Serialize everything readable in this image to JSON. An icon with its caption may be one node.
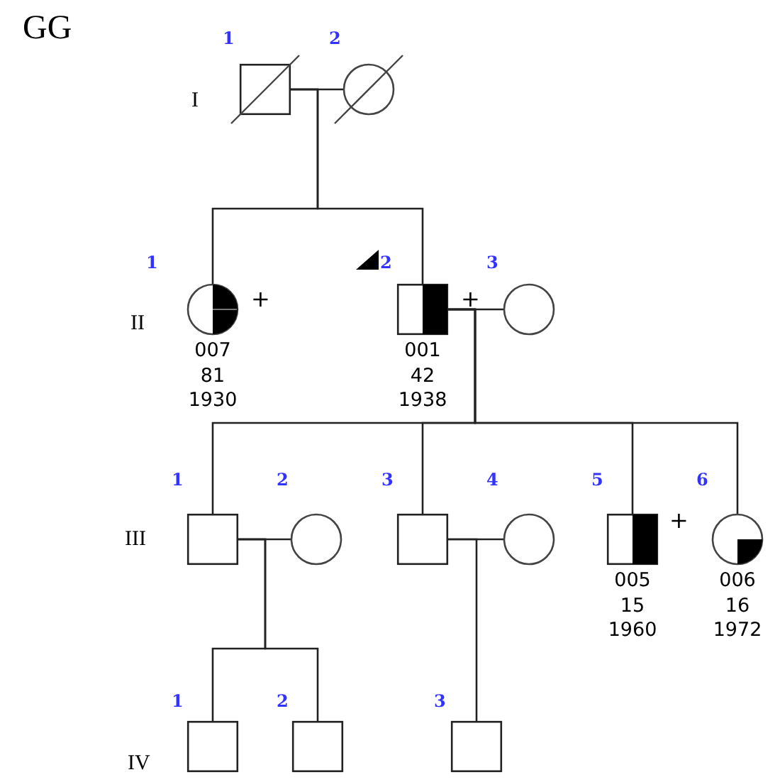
{
  "diagram": {
    "title": "GG",
    "nodes": [
      {
        "text": [],
        "shape": "box",
        "beside": [
          "1"
        ]
      },
      {
        "text": [],
        "shape": "circle",
        "beside": [
          "2"
        ]
      },
      {
        "text": [],
        "shape": "circle",
        "beside": [
          "1",
          "007",
          "81",
          "1930"
        ]
      },
      {
        "text": [],
        "shape": "box",
        "beside": [
          "2",
          "001",
          "42",
          "1938"
        ]
      },
      {
        "text": [],
        "shape": "circle",
        "beside": [
          "3"
        ]
      },
      {
        "text": [],
        "shape": "box",
        "beside": [
          "1"
        ]
      },
      {
        "text": [],
        "shape": "circle",
        "beside": [
          "2"
        ]
      },
      {
        "text": [],
        "shape": "box",
        "beside": [
          "3"
        ]
      },
      {
        "text": [],
        "shape": "circle",
        "beside": [
          "4"
        ]
      },
      {
        "text": [],
        "shape": "box",
        "beside": [
          "5",
          "005",
          "15",
          "1960"
        ]
      },
      {
        "text": [],
        "shape": "circle",
        "beside": [
          "6",
          "006",
          "16",
          "1972"
        ]
      },
      {
        "text": [],
        "shape": "box",
        "beside": [
          "1"
        ]
      },
      {
        "text": [],
        "shape": "box",
        "beside": [
          "2"
        ]
      },
      {
        "text": [],
        "shape": "box",
        "beside": [
          "3"
        ]
      }
    ],
    "edges": [
      {
        "from": 0,
        "to": 1,
        "arrow": "none"
      },
      {
        "from": 0,
        "to": 2,
        "arrow": "none"
      },
      {
        "from": 0,
        "to": 3,
        "arrow": "none"
      },
      {
        "from": 3,
        "to": 4,
        "arrow": "none"
      },
      {
        "from": 3,
        "to": 5,
        "arrow": "none"
      },
      {
        "from": 3,
        "to": 7,
        "arrow": "none"
      },
      {
        "from": 3,
        "to": 9,
        "arrow": "none"
      },
      {
        "from": 3,
        "to": 10,
        "arrow": "none"
      },
      {
        "from": 5,
        "to": 6,
        "arrow": "none"
      },
      {
        "from": 7,
        "to": 8,
        "arrow": "none"
      },
      {
        "from": 5,
        "to": 11,
        "arrow": "none"
      },
      {
        "from": 5,
        "to": 12,
        "arrow": "none"
      },
      {
        "from": 7,
        "to": 13,
        "arrow": "none"
      }
    ],
    "labels": [
      "I",
      "+",
      "+",
      "II",
      "+",
      "III",
      "IV"
    ]
  }
}
